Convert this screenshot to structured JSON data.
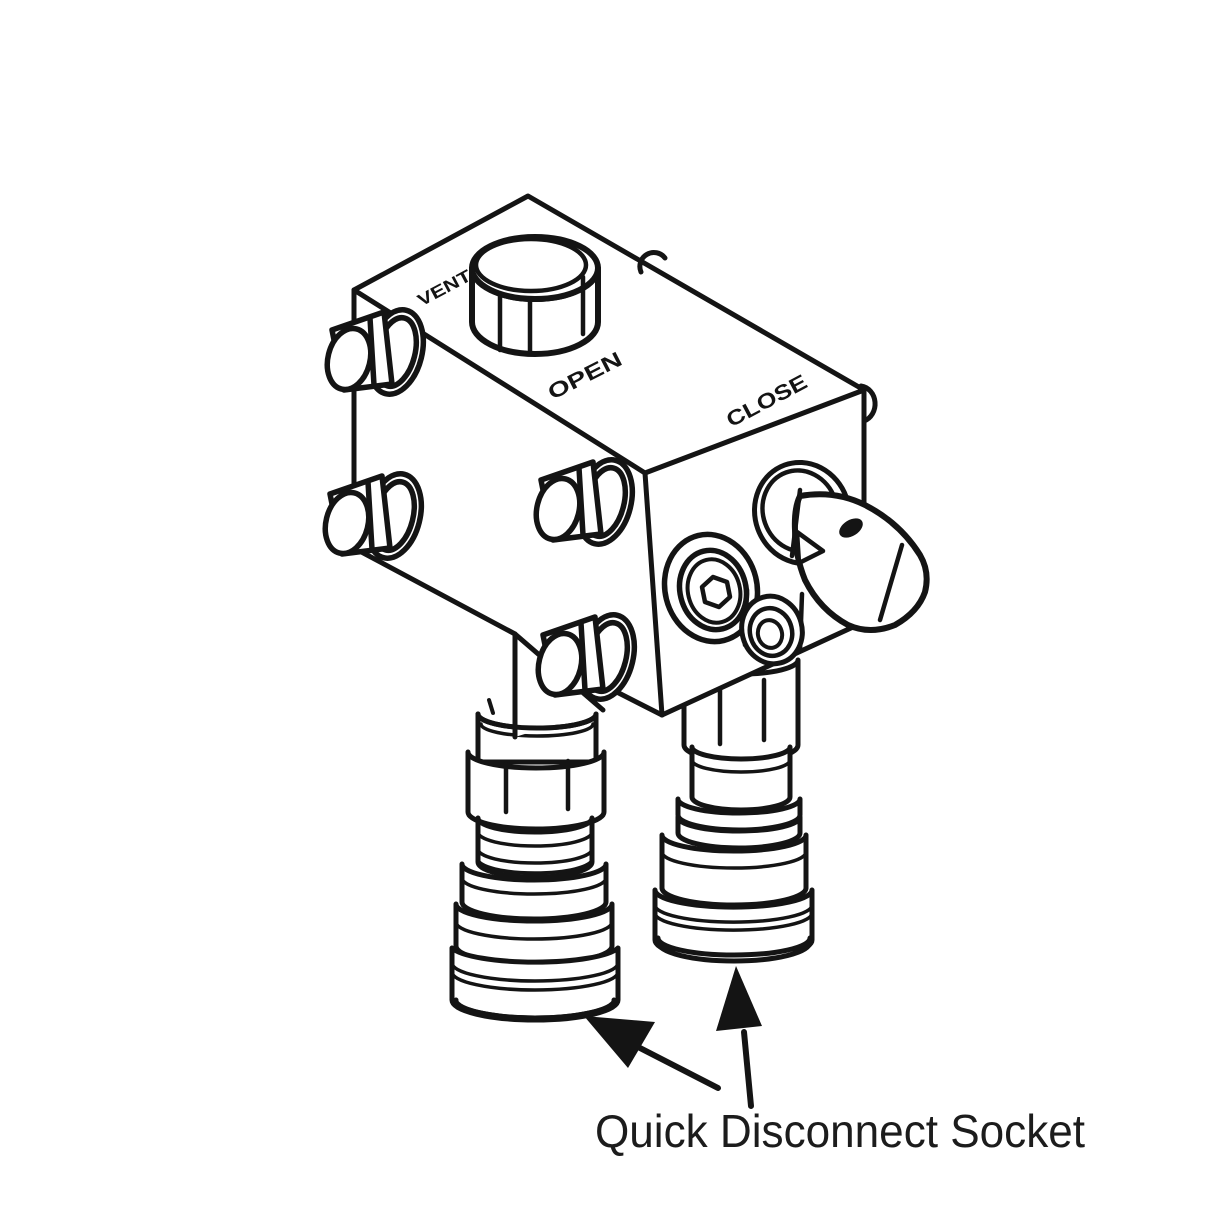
{
  "colors": {
    "background": "#ffffff",
    "ink": "#141414"
  },
  "diagram": {
    "type": "isometric technical line drawing",
    "subject": "hydraulic valve block with quick disconnect sockets",
    "markings": {
      "vent": "VENT",
      "open": "OPEN",
      "close": "CLOSE"
    },
    "caption": "Quick Disconnect Socket"
  }
}
